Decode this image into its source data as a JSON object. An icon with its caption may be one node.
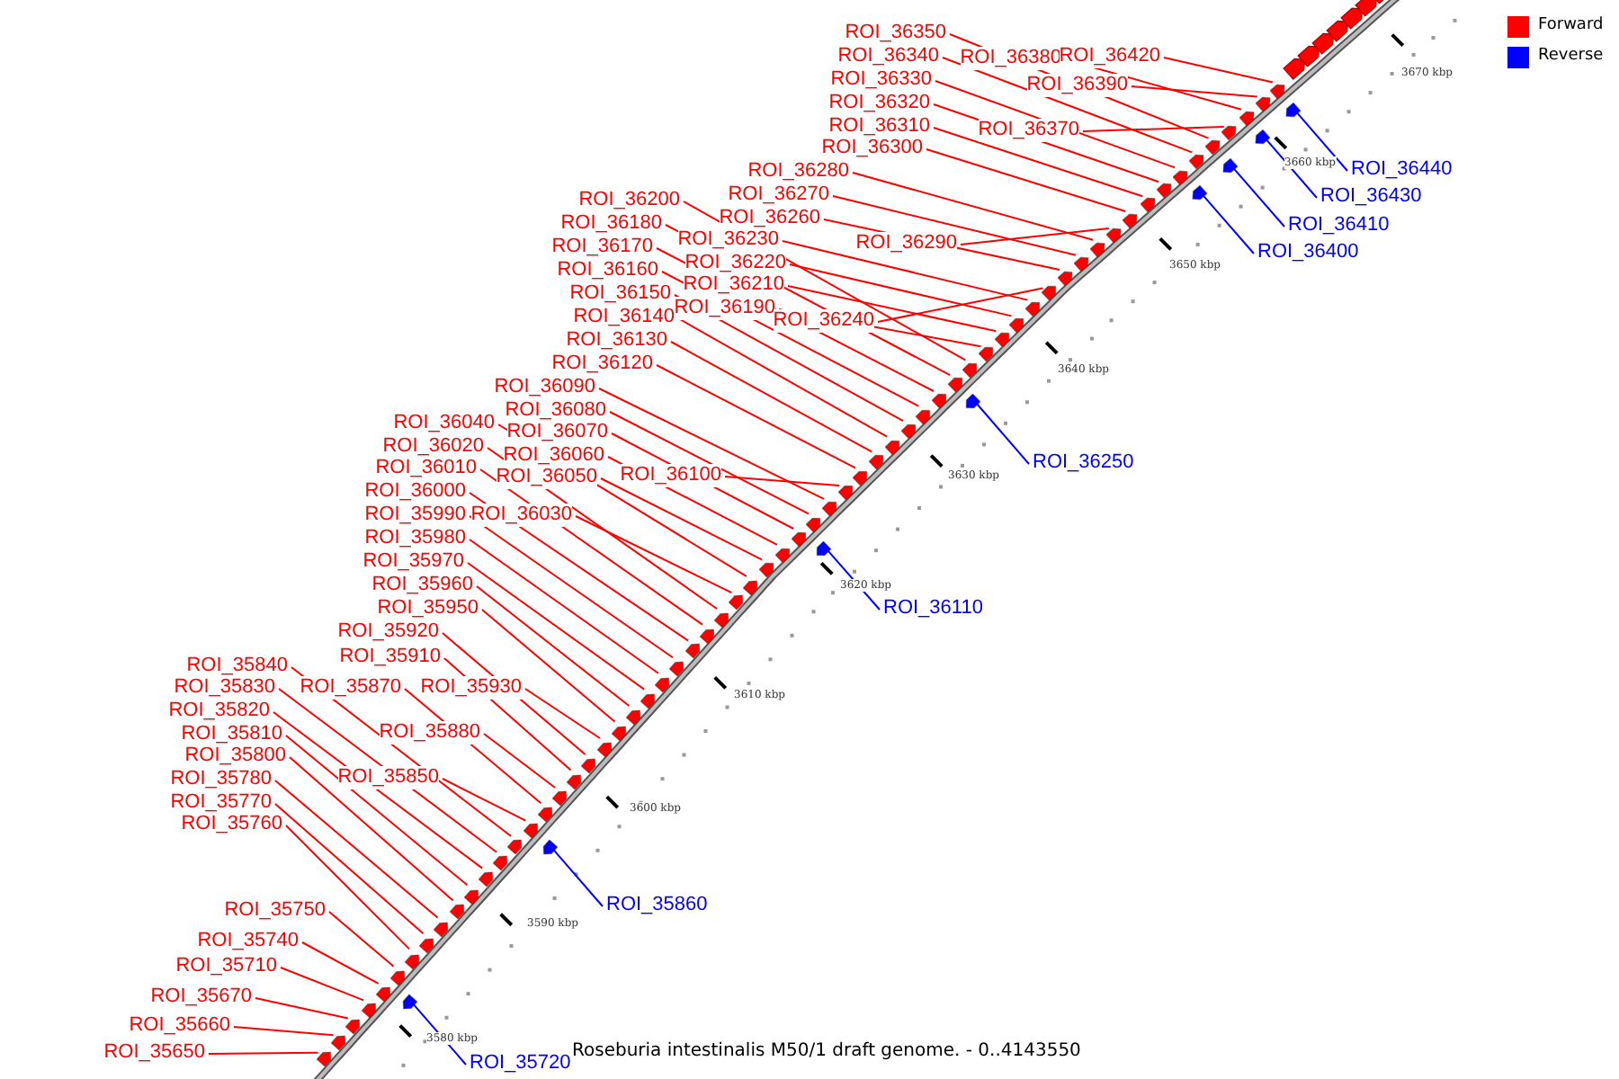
{
  "diagram": {
    "caption": "Roseburia intestinalis M50/1 draft genome. - 0..4143550",
    "nodes": [
      {
        "text": [
          "ROI_36350"
        ]
      },
      {
        "text": [],
        "shape": "arrow"
      },
      {
        "text": [
          "ROI_36340"
        ]
      },
      {
        "text": [],
        "shape": "arrow"
      },
      {
        "text": [
          "ROI_36330"
        ]
      },
      {
        "text": [],
        "shape": "arrow"
      },
      {
        "text": [
          "ROI_36320"
        ]
      },
      {
        "text": [],
        "shape": "arrow"
      },
      {
        "text": [
          "ROI_36310"
        ]
      },
      {
        "text": [],
        "shape": "arrow"
      },
      {
        "text": [
          "ROI_36300"
        ]
      },
      {
        "text": [],
        "shape": "arrow"
      },
      {
        "text": [
          "ROI_36380"
        ]
      },
      {
        "text": [],
        "shape": "arrow"
      },
      {
        "text": [
          "ROI_36420"
        ]
      },
      {
        "text": [],
        "shape": "arrow"
      },
      {
        "text": [
          "ROI_36390"
        ]
      },
      {
        "text": [],
        "shape": "arrow"
      },
      {
        "text": [
          "ROI_36370"
        ]
      },
      {
        "text": [],
        "shape": "arrow"
      },
      {
        "text": [
          "ROI_36280"
        ]
      },
      {
        "text": [],
        "shape": "arrow"
      },
      {
        "text": [
          "ROI_36270"
        ]
      },
      {
        "text": [],
        "shape": "arrow"
      },
      {
        "text": [
          "ROI_36260"
        ]
      },
      {
        "text": [],
        "shape": "arrow"
      },
      {
        "text": [
          "ROI_36290"
        ]
      },
      {
        "text": [],
        "shape": "arrow"
      },
      {
        "text": [
          "ROI_36200"
        ]
      },
      {
        "text": [],
        "shape": "arrow"
      },
      {
        "text": [
          "ROI_36180"
        ]
      },
      {
        "text": [],
        "shape": "arrow"
      },
      {
        "text": [
          "ROI_36230"
        ]
      },
      {
        "text": [],
        "shape": "arrow"
      },
      {
        "text": [
          "ROI_36170"
        ]
      },
      {
        "text": [],
        "shape": "arrow"
      },
      {
        "text": [
          "ROI_36220"
        ]
      },
      {
        "text": [],
        "shape": "arrow"
      },
      {
        "text": [
          "ROI_36160"
        ]
      },
      {
        "text": [],
        "shape": "arrow"
      },
      {
        "text": [
          "ROI_36210"
        ]
      },
      {
        "text": [],
        "shape": "arrow"
      },
      {
        "text": [
          "ROI_36150"
        ]
      },
      {
        "text": [],
        "shape": "arrow"
      },
      {
        "text": [
          "ROI_36190"
        ]
      },
      {
        "text": [],
        "shape": "arrow"
      },
      {
        "text": [
          "ROI_36140"
        ]
      },
      {
        "text": [],
        "shape": "arrow"
      },
      {
        "text": [
          "ROI_36240"
        ]
      },
      {
        "text": [],
        "shape": "arrow"
      },
      {
        "text": [
          "ROI_36130"
        ]
      },
      {
        "text": [],
        "shape": "arrow"
      },
      {
        "text": [
          "ROI_36120"
        ]
      },
      {
        "text": [],
        "shape": "arrow"
      },
      {
        "text": [
          "ROI_36090"
        ]
      },
      {
        "text": [],
        "shape": "arrow"
      },
      {
        "text": [
          "ROI_36080"
        ]
      },
      {
        "text": [],
        "shape": "arrow"
      },
      {
        "text": [
          "ROI_36040"
        ]
      },
      {
        "text": [],
        "shape": "arrow"
      },
      {
        "text": [
          "ROI_36070"
        ]
      },
      {
        "text": [],
        "shape": "arrow"
      },
      {
        "text": [
          "ROI_36020"
        ]
      },
      {
        "text": [],
        "shape": "arrow"
      },
      {
        "text": [
          "ROI_36060"
        ]
      },
      {
        "text": [],
        "shape": "arrow"
      },
      {
        "text": [
          "ROI_36010"
        ]
      },
      {
        "text": [],
        "shape": "arrow"
      },
      {
        "text": [
          "ROI_36050"
        ]
      },
      {
        "text": [],
        "shape": "arrow"
      },
      {
        "text": [
          "ROI_36100"
        ]
      },
      {
        "text": [],
        "shape": "arrow"
      },
      {
        "text": [
          "ROI_36000"
        ]
      },
      {
        "text": [],
        "shape": "arrow"
      },
      {
        "text": [
          "ROI_35990"
        ]
      },
      {
        "text": [],
        "shape": "arrow"
      },
      {
        "text": [
          "ROI_36030"
        ]
      },
      {
        "text": [],
        "shape": "arrow"
      },
      {
        "text": [
          "ROI_35980"
        ]
      },
      {
        "text": [],
        "shape": "arrow"
      },
      {
        "text": [
          "ROI_35970"
        ]
      },
      {
        "text": [],
        "shape": "arrow"
      },
      {
        "text": [
          "ROI_35960"
        ]
      },
      {
        "text": [],
        "shape": "arrow"
      },
      {
        "text": [
          "ROI_35950"
        ]
      },
      {
        "text": [],
        "shape": "arrow"
      },
      {
        "text": [
          "ROI_35920"
        ]
      },
      {
        "text": [],
        "shape": "arrow"
      },
      {
        "text": [
          "ROI_35910"
        ]
      },
      {
        "text": [],
        "shape": "arrow"
      },
      {
        "text": [
          "ROI_35840"
        ]
      },
      {
        "text": [],
        "shape": "arrow"
      },
      {
        "text": [
          "ROI_35870"
        ]
      },
      {
        "text": [],
        "shape": "arrow"
      },
      {
        "text": [
          "ROI_35930"
        ]
      },
      {
        "text": [],
        "shape": "arrow"
      },
      {
        "text": [
          "ROI_35830"
        ]
      },
      {
        "text": [],
        "shape": "arrow"
      },
      {
        "text": [
          "ROI_35820"
        ]
      },
      {
        "text": [],
        "shape": "arrow"
      },
      {
        "text": [
          "ROI_35810"
        ]
      },
      {
        "text": [],
        "shape": "arrow"
      },
      {
        "text": [
          "ROI_35800"
        ]
      },
      {
        "text": [],
        "shape": "arrow"
      },
      {
        "text": [
          "ROI_35880"
        ]
      },
      {
        "text": [],
        "shape": "arrow"
      },
      {
        "text": [
          "ROI_35850"
        ]
      },
      {
        "text": [],
        "shape": "arrow"
      },
      {
        "text": [
          "ROI_35780"
        ]
      },
      {
        "text": [],
        "shape": "arrow"
      },
      {
        "text": [
          "ROI_35770"
        ]
      },
      {
        "text": [],
        "shape": "arrow"
      },
      {
        "text": [
          "ROI_35760"
        ]
      },
      {
        "text": [],
        "shape": "arrow"
      },
      {
        "text": [
          "ROI_35750"
        ]
      },
      {
        "text": [],
        "shape": "arrow"
      },
      {
        "text": [
          "ROI_35740"
        ]
      },
      {
        "text": [],
        "shape": "arrow"
      },
      {
        "text": [
          "ROI_35710"
        ]
      },
      {
        "text": [],
        "shape": "arrow"
      },
      {
        "text": [
          "ROI_35670"
        ]
      },
      {
        "text": [],
        "shape": "arrow"
      },
      {
        "text": [
          "ROI_35660"
        ]
      },
      {
        "text": [],
        "shape": "arrow"
      },
      {
        "text": [
          "ROI_35650"
        ]
      },
      {
        "text": [],
        "shape": "arrow"
      },
      {
        "text": [
          "ROI_36440"
        ]
      },
      {
        "text": [],
        "shape": "arrow"
      },
      {
        "text": [
          "ROI_36430"
        ]
      },
      {
        "text": [],
        "shape": "arrow"
      },
      {
        "text": [
          "ROI_36410"
        ]
      },
      {
        "text": [],
        "shape": "arrow"
      },
      {
        "text": [
          "ROI_36400"
        ]
      },
      {
        "text": [],
        "shape": "arrow"
      },
      {
        "text": [
          "ROI_36250"
        ]
      },
      {
        "text": [],
        "shape": "arrow"
      },
      {
        "text": [
          "ROI_36110"
        ]
      },
      {
        "text": [],
        "shape": "arrow"
      },
      {
        "text": [
          "ROI_35860"
        ]
      },
      {
        "text": [],
        "shape": "arrow"
      },
      {
        "text": [
          "ROI_35720"
        ]
      },
      {
        "text": [],
        "shape": "arrow"
      }
    ],
    "edges": [
      {
        "from": 0,
        "to": 1,
        "arrow": "none"
      },
      {
        "from": 2,
        "to": 3,
        "arrow": "none"
      },
      {
        "from": 4,
        "to": 5,
        "arrow": "none"
      },
      {
        "from": 6,
        "to": 7,
        "arrow": "none"
      },
      {
        "from": 8,
        "to": 9,
        "arrow": "none"
      },
      {
        "from": 10,
        "to": 11,
        "arrow": "none"
      },
      {
        "from": 12,
        "to": 13,
        "arrow": "none"
      },
      {
        "from": 14,
        "to": 15,
        "arrow": "none"
      },
      {
        "from": 16,
        "to": 17,
        "arrow": "none"
      },
      {
        "from": 18,
        "to": 19,
        "arrow": "none"
      },
      {
        "from": 20,
        "to": 21,
        "arrow": "none"
      },
      {
        "from": 22,
        "to": 23,
        "arrow": "none"
      },
      {
        "from": 24,
        "to": 25,
        "arrow": "none"
      },
      {
        "from": 26,
        "to": 27,
        "arrow": "none"
      },
      {
        "from": 28,
        "to": 29,
        "arrow": "none"
      },
      {
        "from": 30,
        "to": 31,
        "arrow": "none"
      },
      {
        "from": 32,
        "to": 33,
        "arrow": "none"
      },
      {
        "from": 34,
        "to": 35,
        "arrow": "none"
      },
      {
        "from": 36,
        "to": 37,
        "arrow": "none"
      },
      {
        "from": 38,
        "to": 39,
        "arrow": "none"
      },
      {
        "from": 40,
        "to": 41,
        "arrow": "none"
      },
      {
        "from": 42,
        "to": 43,
        "arrow": "none"
      },
      {
        "from": 44,
        "to": 45,
        "arrow": "none"
      },
      {
        "from": 46,
        "to": 47,
        "arrow": "none"
      },
      {
        "from": 48,
        "to": 49,
        "arrow": "none"
      },
      {
        "from": 50,
        "to": 51,
        "arrow": "none"
      },
      {
        "from": 52,
        "to": 53,
        "arrow": "none"
      },
      {
        "from": 54,
        "to": 55,
        "arrow": "none"
      },
      {
        "from": 56,
        "to": 57,
        "arrow": "none"
      },
      {
        "from": 58,
        "to": 59,
        "arrow": "none"
      },
      {
        "from": 60,
        "to": 61,
        "arrow": "none"
      },
      {
        "from": 62,
        "to": 63,
        "arrow": "none"
      },
      {
        "from": 64,
        "to": 65,
        "arrow": "none"
      },
      {
        "from": 66,
        "to": 67,
        "arrow": "none"
      },
      {
        "from": 68,
        "to": 69,
        "arrow": "none"
      },
      {
        "from": 70,
        "to": 71,
        "arrow": "none"
      },
      {
        "from": 72,
        "to": 73,
        "arrow": "none"
      },
      {
        "from": 74,
        "to": 75,
        "arrow": "none"
      },
      {
        "from": 76,
        "to": 77,
        "arrow": "none"
      },
      {
        "from": 78,
        "to": 79,
        "arrow": "none"
      },
      {
        "from": 80,
        "to": 81,
        "arrow": "none"
      },
      {
        "from": 82,
        "to": 83,
        "arrow": "none"
      },
      {
        "from": 84,
        "to": 85,
        "arrow": "none"
      },
      {
        "from": 86,
        "to": 87,
        "arrow": "none"
      },
      {
        "from": 88,
        "to": 89,
        "arrow": "none"
      },
      {
        "from": 90,
        "to": 91,
        "arrow": "none"
      },
      {
        "from": 92,
        "to": 93,
        "arrow": "none"
      },
      {
        "from": 94,
        "to": 95,
        "arrow": "none"
      },
      {
        "from": 96,
        "to": 97,
        "arrow": "none"
      },
      {
        "from": 98,
        "to": 99,
        "arrow": "none"
      },
      {
        "from": 100,
        "to": 101,
        "arrow": "none"
      },
      {
        "from": 102,
        "to": 103,
        "arrow": "none"
      },
      {
        "from": 104,
        "to": 105,
        "arrow": "none"
      },
      {
        "from": 106,
        "to": 107,
        "arrow": "none"
      },
      {
        "from": 108,
        "to": 109,
        "arrow": "none"
      },
      {
        "from": 110,
        "to": 111,
        "arrow": "none"
      },
      {
        "from": 112,
        "to": 113,
        "arrow": "none"
      },
      {
        "from": 114,
        "to": 115,
        "arrow": "none"
      },
      {
        "from": 116,
        "to": 117,
        "arrow": "none"
      },
      {
        "from": 118,
        "to": 119,
        "arrow": "none"
      },
      {
        "from": 120,
        "to": 121,
        "arrow": "none"
      },
      {
        "from": 122,
        "to": 123,
        "arrow": "none"
      },
      {
        "from": 124,
        "to": 125,
        "arrow": "none"
      },
      {
        "from": 126,
        "to": 127,
        "arrow": "none",
        "color": "#0000ff"
      },
      {
        "from": 128,
        "to": 129,
        "arrow": "none",
        "color": "#0000ff"
      },
      {
        "from": 130,
        "to": 131,
        "arrow": "none",
        "color": "#0000ff"
      },
      {
        "from": 132,
        "to": 133,
        "arrow": "none",
        "color": "#0000ff"
      },
      {
        "from": 134,
        "to": 135,
        "arrow": "none",
        "color": "#0000ff"
      },
      {
        "from": 136,
        "to": 137,
        "arrow": "none",
        "color": "#0000ff"
      },
      {
        "from": 138,
        "to": 139,
        "arrow": "none",
        "color": "#0000ff"
      },
      {
        "from": 140,
        "to": 141,
        "arrow": "none",
        "color": "#0000ff"
      }
    ],
    "labels": [
      "3670 kbp",
      "3660 kbp",
      "3650 kbp",
      "3640 kbp",
      "3630 kbp",
      "3620 kbp",
      "3610 kbp",
      "3600 kbp",
      "3590 kbp",
      "3580 kbp"
    ],
    "legend": [
      {
        "text": "Forward",
        "color": "#ff0000"
      },
      {
        "text": "Reverse",
        "color": "#0000ff"
      }
    ]
  }
}
